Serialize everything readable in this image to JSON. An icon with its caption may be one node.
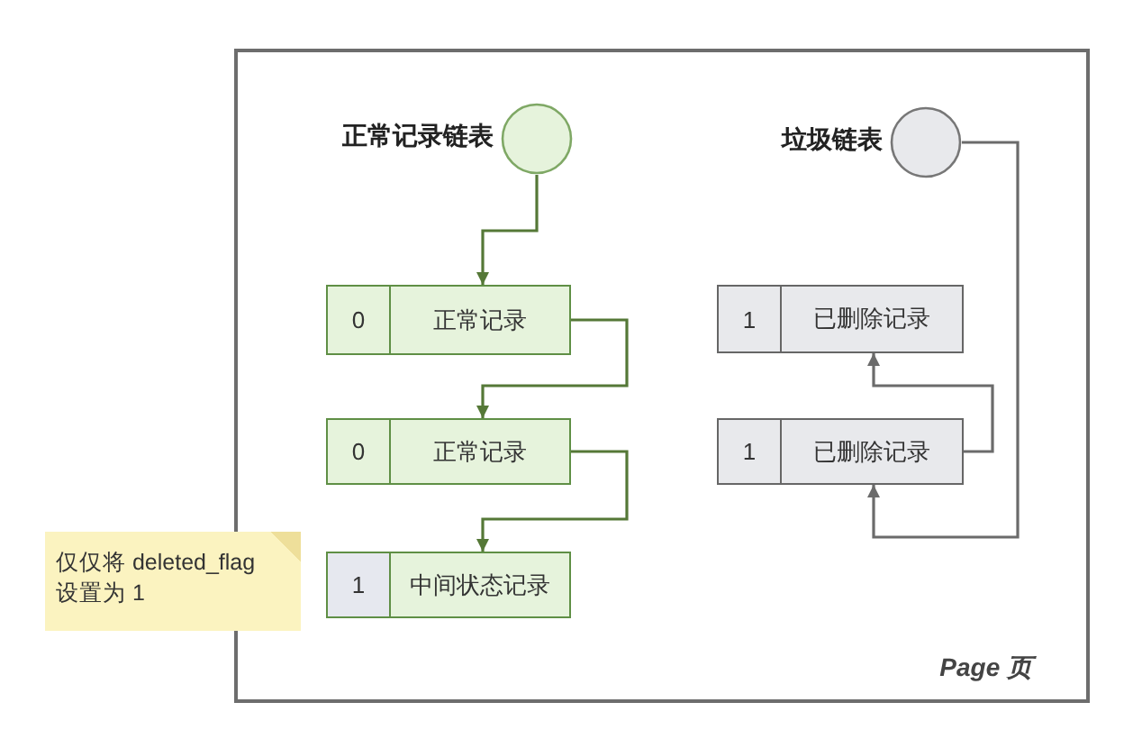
{
  "diagram": {
    "nodes": [
      {
        "text": [
          "Page 页"
        ]
      },
      {
        "text": [],
        "shape": "circle",
        "beside": [
          "正常记录链表"
        ],
        "in": 0
      },
      {
        "text": [],
        "shape": "circle",
        "beside": [
          "垃圾链表"
        ],
        "in": 0
      },
      {
        "text": [
          "0",
          "正常记录"
        ],
        "in": 0
      },
      {
        "text": [
          "1",
          "已删除记录"
        ],
        "in": 0
      },
      {
        "text": [
          "0",
          "正常记录"
        ],
        "in": 0
      },
      {
        "text": [
          "1",
          "已删除记录"
        ],
        "in": 0
      },
      {
        "text": [
          "1",
          "中间状态记录"
        ],
        "in": 0
      },
      {
        "text": [
          "仅仅将 deleted_flag 设置为 1"
        ]
      }
    ],
    "edges": [
      {
        "from": 1,
        "to": 3,
        "arrow": "to"
      },
      {
        "from": 3,
        "to": 5,
        "arrow": "to"
      },
      {
        "from": 5,
        "to": 7,
        "arrow": "to"
      },
      {
        "from": 2,
        "to": 6,
        "arrow": "to",
        "color": "#6b6b6b"
      },
      {
        "from": 6,
        "to": 4,
        "arrow": "to",
        "color": "#6b6b6b"
      }
    ]
  }
}
